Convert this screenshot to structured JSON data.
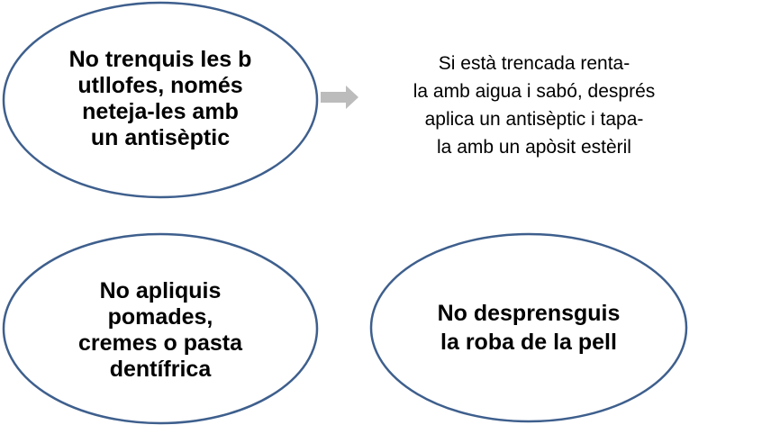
{
  "colors": {
    "ellipse_stroke": "#3e5f8d",
    "arrow_fill": "#bcbcbc",
    "text": "#000000",
    "background": "#ffffff"
  },
  "ellipses": [
    {
      "lines": [
        "No trenquis les b",
        "utllofes, només",
        "neteja-les amb",
        "un antisèptic"
      ]
    },
    {
      "lines": [
        "No apliquis",
        "pomades,",
        "cremes o pasta",
        "dentífrica"
      ]
    },
    {
      "lines": [
        "No desprensguis",
        "la roba de la pell"
      ]
    }
  ],
  "arrow_icon": "right-arrow-icon",
  "note": {
    "lines": [
      "Si està trencada renta-",
      "la amb aigua i sabó, després",
      "aplica un antisèptic i tapa-",
      "la amb un apòsit estèril"
    ]
  }
}
